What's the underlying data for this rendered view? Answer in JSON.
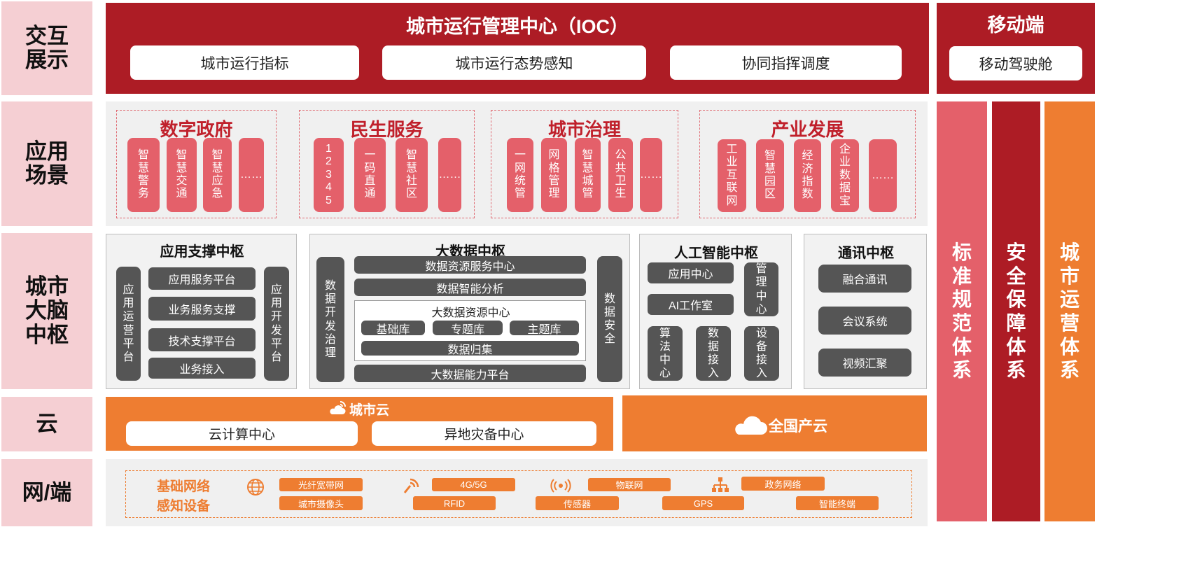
{
  "rows": {
    "interaction": "交互\n展示",
    "application": "应用\n场景",
    "brain": "城市\n大脑\n中枢",
    "cloud": "云",
    "network": "网/端"
  },
  "ioc": {
    "title": "城市运行管理中心（IOC）",
    "items": [
      "城市运行指标",
      "城市运行态势感知",
      "协同指挥调度"
    ]
  },
  "mobile": {
    "title": "移动端",
    "item": "移动驾驶舱"
  },
  "scenarios": [
    {
      "title": "数字政府",
      "items": [
        "智慧警务",
        "智慧交通",
        "智慧应急",
        "……"
      ]
    },
    {
      "title": "民生服务",
      "items": [
        "12345",
        "一码直通",
        "智慧社区",
        "……"
      ]
    },
    {
      "title": "城市治理",
      "items": [
        "一网统管",
        "网格管理",
        "智慧城管",
        "公共卫生",
        "……"
      ]
    },
    {
      "title": "产业发展",
      "items": [
        "工业互联网",
        "智慧园区",
        "经济指数",
        "企业数据宝",
        "……"
      ]
    }
  ],
  "app_support": {
    "title": "应用支撑中枢",
    "left": "应用运营平台",
    "right": "应用开发平台",
    "items": [
      "应用服务平台",
      "业务服务支撑",
      "技术支撑平台",
      "业务接入"
    ]
  },
  "big_data": {
    "title": "大数据中枢",
    "left": "数据开发治理",
    "right": "数据安全",
    "top": [
      "数据资源服务中心",
      "数据智能分析"
    ],
    "resource_center": {
      "title": "大数据资源中心",
      "libs": [
        "基础库",
        "专题库",
        "主题库"
      ],
      "collect": "数据归集"
    },
    "bottom": "大数据能力平台"
  },
  "ai": {
    "title": "人工智能中枢",
    "app_center": "应用中心",
    "ai_studio": "AI工作室",
    "mgmt": "管理中心",
    "bottom": [
      "算法中心",
      "数据接入",
      "设备接入"
    ]
  },
  "comm": {
    "title": "通讯中枢",
    "items": [
      "融合通讯",
      "会议系统",
      "视频汇聚"
    ]
  },
  "cloud": {
    "city_cloud": "城市云",
    "items": [
      "云计算中心",
      "异地灾备中心"
    ],
    "national": "全国产云"
  },
  "network": {
    "label1": "基础网络",
    "label2": "感知设备",
    "top": [
      "光纤宽带网",
      "4G/5G",
      "物联网",
      "政务网络"
    ],
    "bottom": [
      "城市摄像头",
      "RFID",
      "传感器",
      "GPS",
      "智能终端"
    ]
  },
  "sidebars": [
    "标准规范体系",
    "安全保障体系",
    "城市运营体系"
  ],
  "colors": {
    "red": "#ad1c25",
    "pink": "#e4606a",
    "orange": "#ee7d31",
    "dark": "#555555",
    "label": "#f5cfd3"
  },
  "icons": [
    "cloud-wifi-icon",
    "cloud-icon",
    "globe-icon",
    "signal-icon",
    "wireless-icon",
    "network-tree-icon"
  ]
}
